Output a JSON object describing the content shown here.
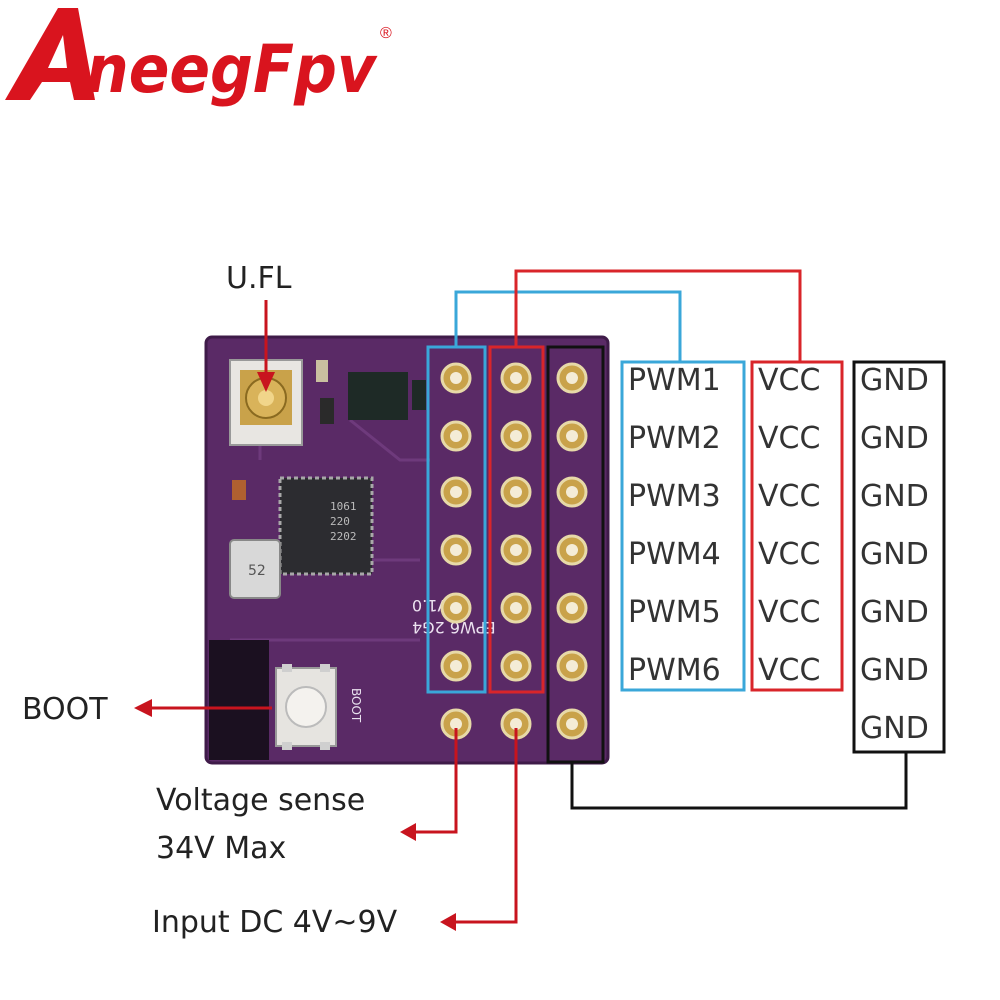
{
  "logo": {
    "text": "AneegFpv",
    "registered": "®"
  },
  "board": {
    "silkscreen_model": "EPW6 2G4",
    "silkscreen_version": "V1.0",
    "silkscreen_boot": "BOOT",
    "chip_marking": [
      "1061",
      "220",
      "2202"
    ],
    "crystal_marking": "52"
  },
  "callouts": {
    "ufl": "U.FL",
    "boot": "BOOT",
    "voltage_sense_line1": "Voltage sense",
    "voltage_sense_line2": "34V Max",
    "input_dc": "Input DC 4V~9V"
  },
  "pinout": {
    "pwm": [
      "PWM1",
      "PWM2",
      "PWM3",
      "PWM4",
      "PWM5",
      "PWM6"
    ],
    "vcc": [
      "VCC",
      "VCC",
      "VCC",
      "VCC",
      "VCC",
      "VCC"
    ],
    "gnd": [
      "GND",
      "GND",
      "GND",
      "GND",
      "GND",
      "GND",
      "GND"
    ]
  },
  "colors": {
    "pcb": "#5a2a66",
    "pwm_box": "#3aa7d9",
    "vcc_box": "#d9252a",
    "gnd_box": "#111111",
    "arrow": "#c8141e",
    "logo_red": "#d9141e"
  }
}
